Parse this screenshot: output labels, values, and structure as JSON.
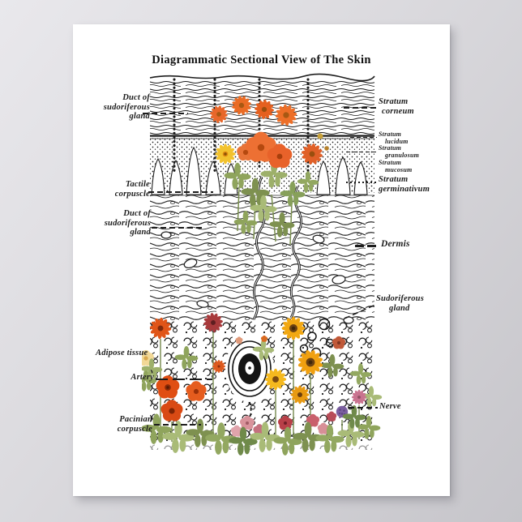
{
  "poster": {
    "title": "Diagrammatic Sectional View of The Skin"
  },
  "labels": {
    "left": [
      {
        "id": "duct-sudoriferous-upper",
        "lines": [
          "Duct of",
          "sudoriferous",
          "gland"
        ]
      },
      {
        "id": "tactile-corpuscle",
        "lines": [
          "Tactile",
          "corpuscle"
        ]
      },
      {
        "id": "duct-sudoriferous-lower",
        "lines": [
          "Duct of",
          "sudoriferous",
          "gland"
        ]
      },
      {
        "id": "adipose-tissue",
        "lines": [
          "Adipose tissue"
        ]
      },
      {
        "id": "artery",
        "lines": [
          "Artery"
        ]
      },
      {
        "id": "pacinian-corpuscle",
        "lines": [
          "Pacinian",
          "corpuscle"
        ]
      }
    ],
    "right": [
      {
        "id": "stratum-corneum",
        "lines": [
          "Stratum",
          "corneum"
        ]
      },
      {
        "id": "stratum-lucidum",
        "lines": [
          "Stratum",
          "lucidum"
        ]
      },
      {
        "id": "stratum-granulosum",
        "lines": [
          "Stratum",
          "granulosum"
        ]
      },
      {
        "id": "stratum-mucosum",
        "lines": [
          "Stratum",
          "mucosum"
        ]
      },
      {
        "id": "stratum-germinativum",
        "lines": [
          "Stratum",
          "germinativum"
        ]
      },
      {
        "id": "dermis",
        "lines": [
          "Dermis"
        ]
      },
      {
        "id": "sudoriferous-gland",
        "lines": [
          "Sudoriferous",
          "gland"
        ]
      },
      {
        "id": "nerve",
        "lines": [
          "Nerve"
        ]
      }
    ]
  },
  "colors": {
    "ink": "#1c1c1c",
    "poster_background": "#ffffff",
    "wall_background": "#d8d7db",
    "flower_orange": "#e8622a",
    "flower_red_orange": "#e04e12",
    "flower_dark_red": "#a83a3c",
    "flower_yellow": "#f2c22e",
    "flower_gold": "#f0a010",
    "flower_pale_yellow": "#f2d896",
    "flower_pink": "#d8939b",
    "flower_purple": "#7b5fa0",
    "foliage_green": "#8fa45c"
  }
}
